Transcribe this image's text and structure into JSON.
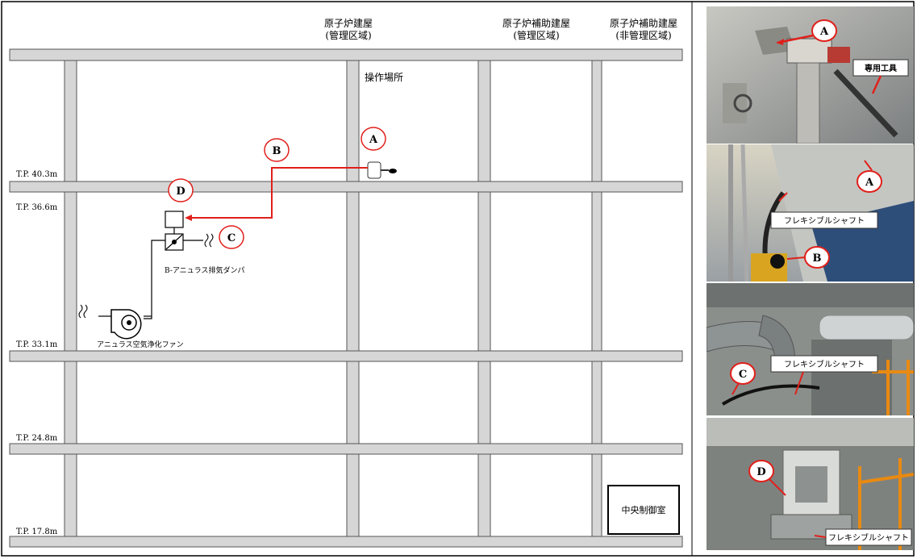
{
  "headers": {
    "reactor_building": [
      "原子炉建屋",
      "(管理区域)"
    ],
    "aux_controlled": [
      "原子炉補助建屋",
      "(管理区域)"
    ],
    "aux_noncontrolled": [
      "原子炉補助建屋",
      "(非管理区域)"
    ]
  },
  "labels": {
    "operation_place": "操作場所",
    "damper": "B-アニュラス排気ダンパ",
    "fan": "アニュラス空気浄化ファン",
    "central_control_room": "中央制御室"
  },
  "elevations": [
    "T.P. 40.3m",
    "T.P. 36.6m",
    "T.P. 33.1m",
    "T.P. 24.8m",
    "T.P. 17.8m"
  ],
  "markers": {
    "a": "A",
    "b": "B",
    "c": "C",
    "d": "D"
  },
  "photos": {
    "p1_tool_label": "専用工具",
    "flex_shaft_label": "フレキシブルシャフト"
  },
  "colors": {
    "accent": "#e0201b",
    "slab": "#d6d6d6",
    "frame": "#000000"
  }
}
